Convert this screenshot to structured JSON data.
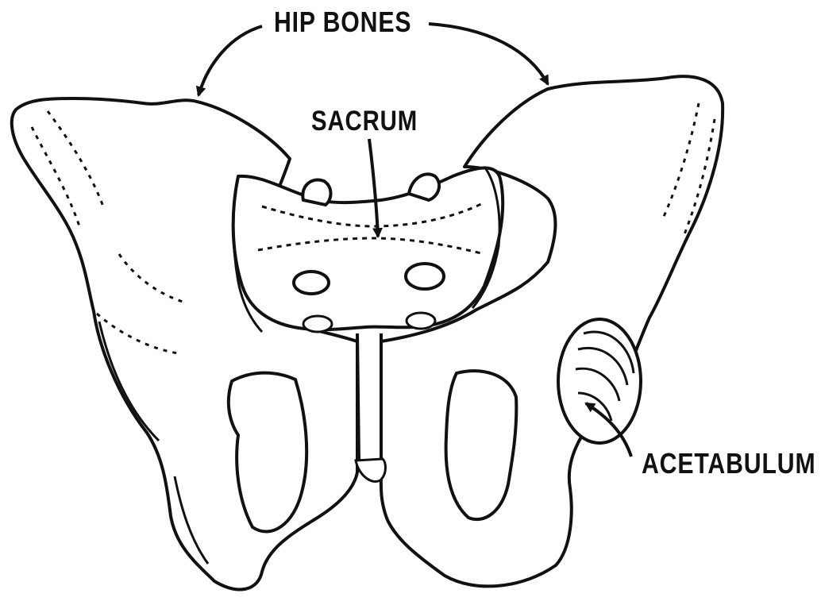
{
  "labels": {
    "hip_bones": "HIP BONES",
    "sacrum": "SACRUM",
    "acetabulum": "ACETABULUM"
  },
  "colors": {
    "ink": "#111111",
    "paper": "#ffffff"
  }
}
